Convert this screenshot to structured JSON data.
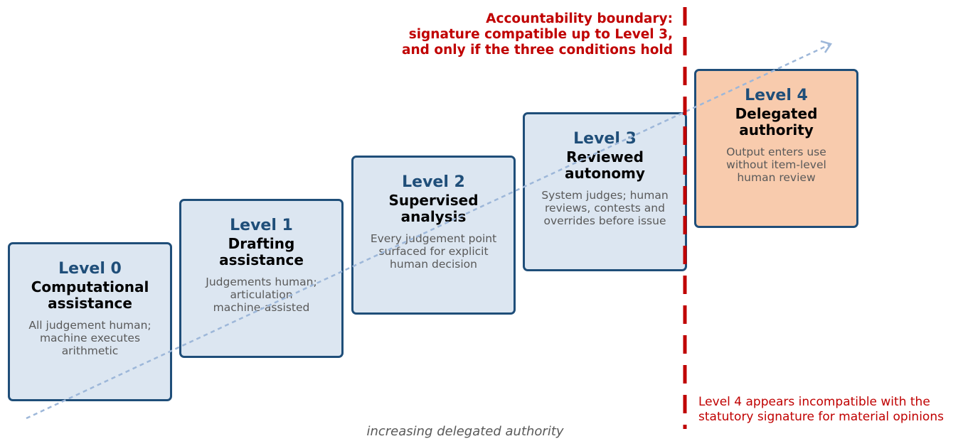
{
  "levels": [
    {
      "level": "Level 0",
      "name_line1": "Computational",
      "name_line2": "assistance",
      "desc": [
        "All judgement human;",
        "machine executes",
        "arithmetic"
      ]
    },
    {
      "level": "Level 1",
      "name_line1": "Drafting",
      "name_line2": "assistance",
      "desc": [
        "Judgements human;",
        "articulation",
        "machine-assisted"
      ]
    },
    {
      "level": "Level 2",
      "name_line1": "Supervised",
      "name_line2": "analysis",
      "desc": [
        "Every judgement point",
        "surfaced for explicit",
        "human decision"
      ]
    },
    {
      "level": "Level 3",
      "name_line1": "Reviewed",
      "name_line2": "autonomy",
      "desc": [
        "System judges; human",
        "reviews, contests and",
        "overrides before issue"
      ]
    },
    {
      "level": "Level 4",
      "name_line1": "Delegated",
      "name_line2": "authority",
      "desc": [
        "Output enters use",
        "without item-level",
        "human review"
      ]
    }
  ],
  "boundary": {
    "label": [
      "Accountability boundary:",
      "signature compatible up to Level 3,",
      "and only if the three conditions hold"
    ],
    "note": [
      "Level 4 appears incompatible with the",
      "statutory signature for material opinions"
    ]
  },
  "axis_label": "increasing delegated authority",
  "colors": {
    "box_fill": "#dce6f1",
    "box_fill_highlight": "#f8cbad",
    "box_border": "#1f4e79",
    "level_text": "#1f4e79",
    "boundary": "#c00000",
    "arrow": "#9db7d9",
    "muted_text": "#595959"
  }
}
